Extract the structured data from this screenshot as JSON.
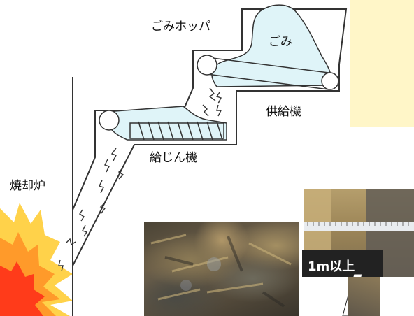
{
  "labels": {
    "hopper": "ごみホッパ",
    "waste": "ごみ",
    "feeder": "供給機",
    "dust_feeder": "給じん機",
    "incinerator": "焼却炉",
    "callout": "1m以上"
  },
  "colors": {
    "outline": "#333333",
    "waste_fill": "#dff4f8",
    "side_panel": "#fff6c8",
    "flame_outer": "#ffd24a",
    "flame_mid": "#ff9a2a",
    "flame_inner": "#ff3b1a",
    "callout_bg": "#222222",
    "callout_text": "#ffffff"
  },
  "icons": {
    "debris": "waste-chunk-icon",
    "flame": "flame-icon"
  }
}
